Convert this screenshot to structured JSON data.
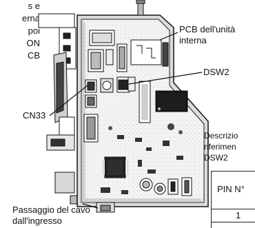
{
  "intro_fragments": [
    "s e",
    "erna",
    "poi",
    "ON",
    "CB"
  ],
  "labels": {
    "pcb": [
      "PCB dell'unità",
      "interna"
    ],
    "dsw2": "DSW2",
    "cn33": "CN33",
    "description": [
      "Descrizio",
      "riferimen",
      "DSW2"
    ],
    "cable": [
      "Passaggio del cavo",
      "dall'ingresso"
    ]
  },
  "table": {
    "header": "PIN N°",
    "first_row": "1"
  }
}
